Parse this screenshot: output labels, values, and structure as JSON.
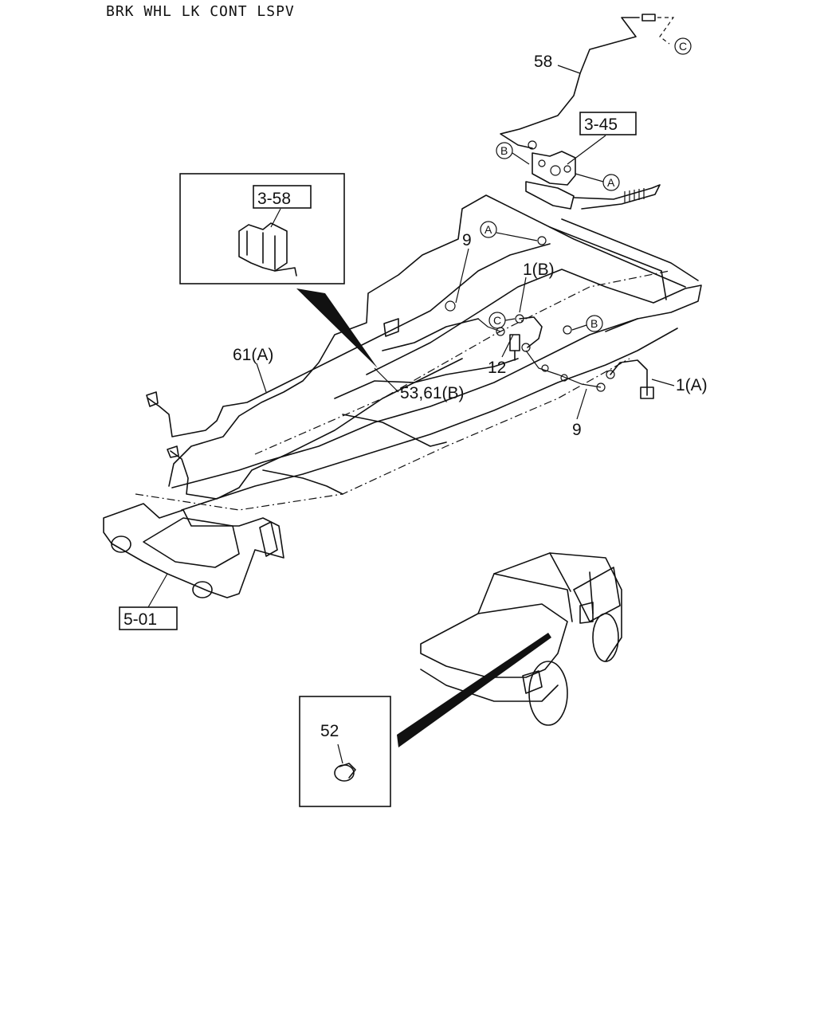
{
  "title": "BRK WHL LK CONT LSPV",
  "refs": {
    "r345": "3-45",
    "r358": "3-58",
    "r501": "5-01"
  },
  "callouts": {
    "c58": "58",
    "c9a": "9",
    "c1b": "1(B)",
    "c12": "12",
    "c61a": "61(A)",
    "c53": "53,61(B)",
    "c1a": "1(A)",
    "c9b": "9",
    "c52": "52"
  },
  "markers": {
    "A": "A",
    "B": "B",
    "C": "C"
  }
}
